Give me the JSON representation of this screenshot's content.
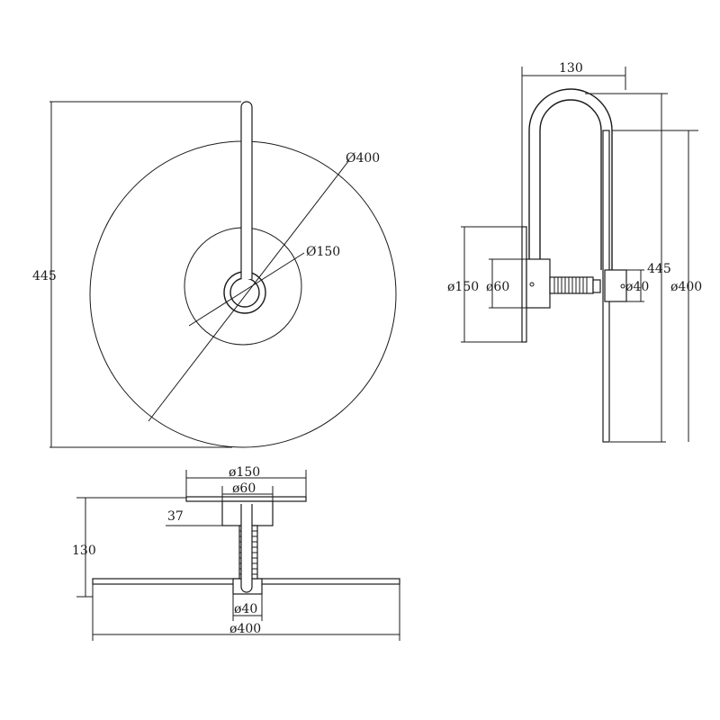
{
  "front_view": {
    "height_label": "445",
    "outer_diameter_label": "Ø400",
    "inner_diameter_label": "Ø150"
  },
  "side_view": {
    "depth_label": "130",
    "height_label": "445",
    "base_diameter_label": "ø150",
    "mount_diameter_label": "ø60",
    "tube_diameter_label": "ø40",
    "disc_diameter_label": "ø400"
  },
  "top_view": {
    "base_diameter_label": "ø150",
    "mount_diameter_label": "ø60",
    "mount_depth_label": "37",
    "depth_label": "130",
    "tube_diameter_label": "ø40",
    "disc_diameter_label": "ø400"
  }
}
